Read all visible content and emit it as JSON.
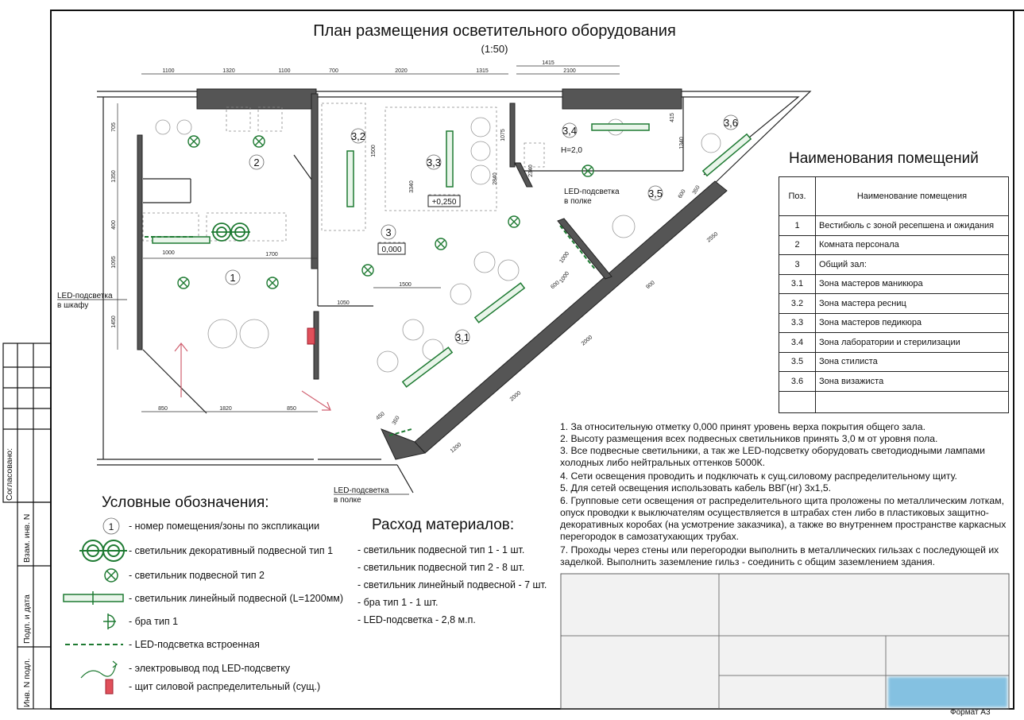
{
  "header": {
    "title": "План размещения осветительного оборудования",
    "scale": "(1:50)"
  },
  "plan": {
    "room_labels": [
      "1",
      "2",
      "3",
      "3,1",
      "3,2",
      "3,3",
      "3,4",
      "3,5",
      "3,6"
    ],
    "level_marks": [
      "0,000",
      "+0,250"
    ],
    "annotations": {
      "led_cabinet_1": "LED-подсветка",
      "led_cabinet_2": "в шкафу",
      "led_shelf_a_1": "LED-подсветка",
      "led_shelf_a_2": "в полке",
      "led_shelf_b_1": "LED-подсветка",
      "led_shelf_b_2": "в полке",
      "height": "H=2,0"
    },
    "dimensions_top": [
      "1100",
      "1320",
      "1100",
      "700",
      "2020",
      "1315",
      "1415",
      "2100"
    ],
    "dimensions_bottom": [
      "850",
      "1820",
      "850"
    ],
    "dimensions_inner": [
      "1000",
      "1700",
      "1500",
      "1050",
      "705",
      "1350",
      "400",
      "1095",
      "1450",
      "1500",
      "1075",
      "2840",
      "3340",
      "2340",
      "415",
      "1340",
      "600",
      "350",
      "2550",
      "900",
      "2000",
      "2000",
      "1000",
      "1000",
      "450",
      "350",
      "1200",
      "600"
    ]
  },
  "legend": {
    "heading": "Условные обозначения:",
    "items": [
      {
        "icon": "room-number-icon",
        "label": "- номер помещения/зоны по экспликации",
        "symbol_text": "1"
      },
      {
        "icon": "decorative-pendant-type1-icon",
        "label": "- светильник декоративный подвесной тип 1"
      },
      {
        "icon": "pendant-type2-icon",
        "label": "- светильник подвесной тип 2"
      },
      {
        "icon": "linear-pendant-icon",
        "label": "- светильник линейный подвесной (L=1200мм)"
      },
      {
        "icon": "sconce-type1-icon",
        "label": "- бра тип 1"
      },
      {
        "icon": "led-strip-icon",
        "label": "- LED-подсветка встроенная"
      },
      {
        "icon": "led-outlet-icon",
        "label": "- электровывод под LED-подсветку"
      },
      {
        "icon": "power-panel-icon",
        "label": "- щит силовой распределительный (сущ.)"
      }
    ]
  },
  "materials": {
    "heading": "Расход материалов:",
    "items": [
      "- светильник подвесной тип 1 - 1 шт.",
      "- светильник подвесной тип 2 - 8 шт.",
      "- светильник линейный подвесной - 7 шт.",
      "- бра тип 1 - 1 шт.",
      "- LED-подсветка - 2,8 м.п."
    ]
  },
  "rooms": {
    "heading": "Наименования помещений",
    "col_num": "Поз.",
    "col_name": "Наименование помещения",
    "rows": [
      {
        "num": "1",
        "name": "Вестибюль с зоной ресепшена и ожидания"
      },
      {
        "num": "2",
        "name": "Комната персонала"
      },
      {
        "num": "3",
        "name": "Общий зал:"
      },
      {
        "num": "3.1",
        "name": "Зона мастеров маникюра"
      },
      {
        "num": "3.2",
        "name": "Зона мастера ресниц"
      },
      {
        "num": "3.3",
        "name": "Зона мастеров педикюра"
      },
      {
        "num": "3.4",
        "name": "Зона лаборатории и стерилизации"
      },
      {
        "num": "3.5",
        "name": "Зона стилиста"
      },
      {
        "num": "3.6",
        "name": "Зона визажиста"
      }
    ]
  },
  "notes": [
    "1. За относительную отметку 0,000 принят уровень верха покрытия общего зала.",
    "2. Высоту размещения всех подвесных светильников принять 3,0 м от уровня пола.",
    "3. Все подвесные светильники, а так же LED-подсветку оборудовать светодиодными лампами холодных либо нейтральных оттенков 5000К.",
    "4. Сети освещения проводить и подключать к сущ.силовому распределительному щиту.",
    "5. Для сетей освещения использовать кабель ВВГ(нг) 3х1,5.",
    "6. Групповые сети освещения от распределительного щита проложены по металлическим лоткам, опуск проводки к выключателям осуществляется в штрабах стен либо в пластиковых защитно-декоративных коробах (на усмотрение заказчика), а также во внутреннем пространстве каркасных перегородок в самозатухающих трубах.",
    "7. Проходы через стены или перегородки выполнить в металлических гильзах с последующей их заделкой. Выполнить заземление гильз - соединить с общим заземлением здания."
  ],
  "side_stamp": {
    "agreed": "Согласовано:",
    "inv_repl": "Взам. инв. N",
    "sign_date": "Подп. и дата",
    "inv_orig": "Инв. N подл."
  },
  "footer": {
    "format": "Формат А3"
  },
  "colors": {
    "fixture_green": "#1e7a32",
    "wall_gray": "#555555",
    "panel_red": "#e0505a",
    "line": "#222222"
  }
}
